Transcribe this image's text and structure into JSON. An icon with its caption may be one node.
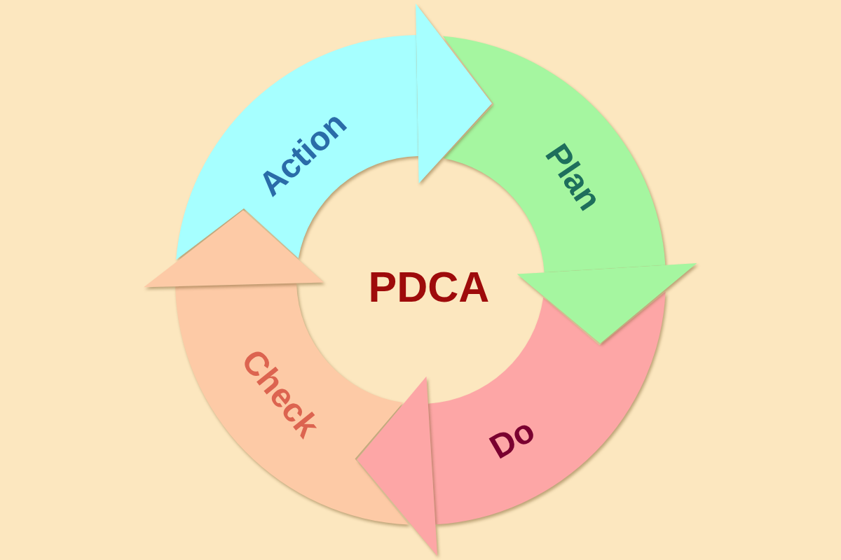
{
  "diagram": {
    "nodes": [
      {
        "text": [
          "Action"
        ]
      },
      {
        "text": [
          "Plan"
        ]
      },
      {
        "text": [
          "Check"
        ]
      },
      {
        "text": [
          "Do"
        ]
      }
    ],
    "edges": [
      {
        "from": 0,
        "to": 1,
        "arrow": "to"
      },
      {
        "from": 1,
        "to": 3,
        "arrow": "to"
      },
      {
        "from": 3,
        "to": 2,
        "arrow": "to"
      },
      {
        "from": 2,
        "to": 0,
        "arrow": "to"
      }
    ],
    "labels": [
      "PDCA"
    ]
  }
}
